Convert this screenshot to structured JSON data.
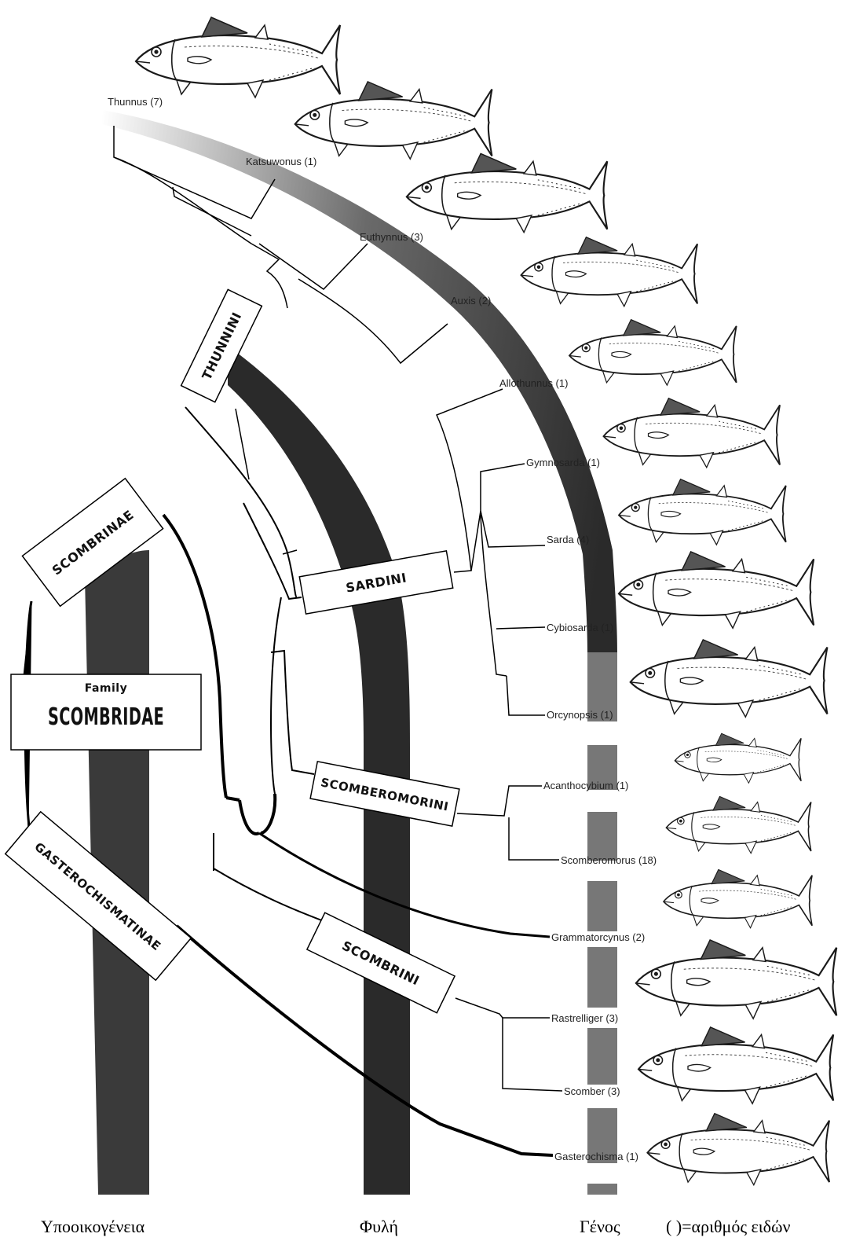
{
  "family": {
    "caption": "Family",
    "name": "SCOMBRIDAE"
  },
  "subfamilies": [
    {
      "name": "SCOMBRINAE"
    },
    {
      "name": "GASTEROCHISMATINAE"
    }
  ],
  "tribes": [
    {
      "name": "THUNNINI"
    },
    {
      "name": "SARDINI"
    },
    {
      "name": "SCOMBEROMORINI"
    },
    {
      "name": "SCOMBRINI"
    }
  ],
  "genera": [
    {
      "label": "Thunnus (7)"
    },
    {
      "label": "Katsuwonus (1)"
    },
    {
      "label": "Euthynnus (3)"
    },
    {
      "label": "Auxis (2)"
    },
    {
      "label": "Allothunnus (1)"
    },
    {
      "label": "Gymnosarda (1)"
    },
    {
      "label": "Sarda (4)"
    },
    {
      "label": "Cybiosarda (1)"
    },
    {
      "label": "Orcynopsis (1)"
    },
    {
      "label": "Acanthocybium (1)"
    },
    {
      "label": "Scomberomorus (18)"
    },
    {
      "label": "Grammatorcynus (2)"
    },
    {
      "label": "Rastrelliger (3)"
    },
    {
      "label": "Scomber (3)"
    },
    {
      "label": "Gasterochisma (1)"
    }
  ],
  "bottom_labels": {
    "subfamily": "Υποοικογένεια",
    "tribe": "Φυλή",
    "genus": "Γένος",
    "species_note": "( )=αριθμός ειδών"
  },
  "colors": {
    "band": "#2a2a2a",
    "line": "#000000",
    "fish_outline": "#1a1a1a"
  },
  "icons": [
    "fish-illustration-icon"
  ]
}
